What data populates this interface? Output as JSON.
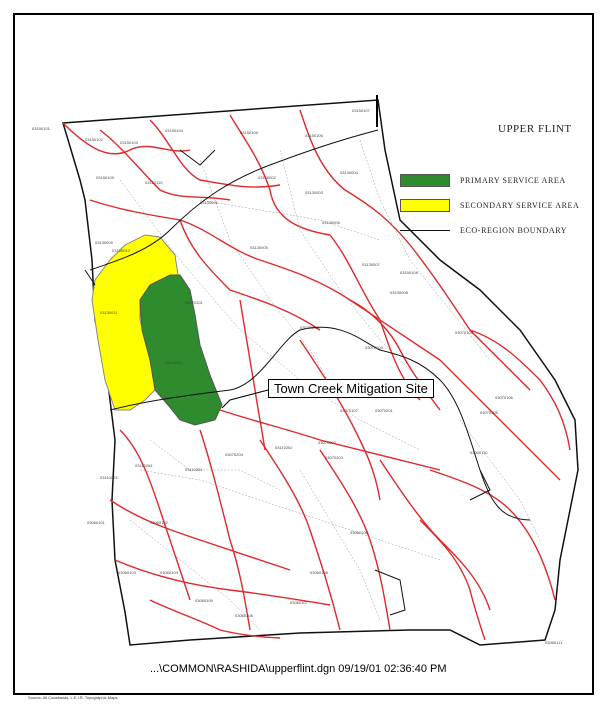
{
  "map": {
    "title": "UPPER FLINT",
    "callout": "Town Creek Mitigation Site",
    "file_path": "...\\COMMON\\RASHIDA\\upperflint.dgn 09/19/01 02:36:40 PM",
    "source_note": "Source: All Coastlands, L.E.I.R. Topographic Maps"
  },
  "legend": [
    {
      "label": "PRIMARY SERVICE AREA",
      "color": "#2e8b2e"
    },
    {
      "label": "SECONDARY SERVICE AREA",
      "color": "#ffff00"
    },
    {
      "label": "ECO-REGION BOUNDARY",
      "color": "#111111"
    }
  ],
  "colors": {
    "primary": "#2e8b2e",
    "secondary": "#ffff00",
    "watershed_lines": "#e0282a",
    "state_outline": "#111111"
  },
  "huc_labels": [
    "03150101",
    "03150102",
    "03150103",
    "03150104",
    "03150105",
    "03150106",
    "03150107",
    "03150108",
    "03150109",
    "03150110",
    "03130001",
    "03130002",
    "03130003",
    "03130004",
    "03130005",
    "03130006",
    "03130007",
    "03130008",
    "03130009",
    "03130010",
    "03130011",
    "03130012",
    "03070101",
    "03070102",
    "03070103",
    "03070104",
    "03070105",
    "03070106",
    "03070107",
    "03070201",
    "03070202",
    "03070203",
    "03070204",
    "03110201",
    "03110202",
    "03110203",
    "03110204",
    "03060101",
    "03060102",
    "03060103",
    "03060104",
    "03060105",
    "03060106",
    "03060107",
    "03060108",
    "03060109",
    "03060110",
    "03060111"
  ]
}
